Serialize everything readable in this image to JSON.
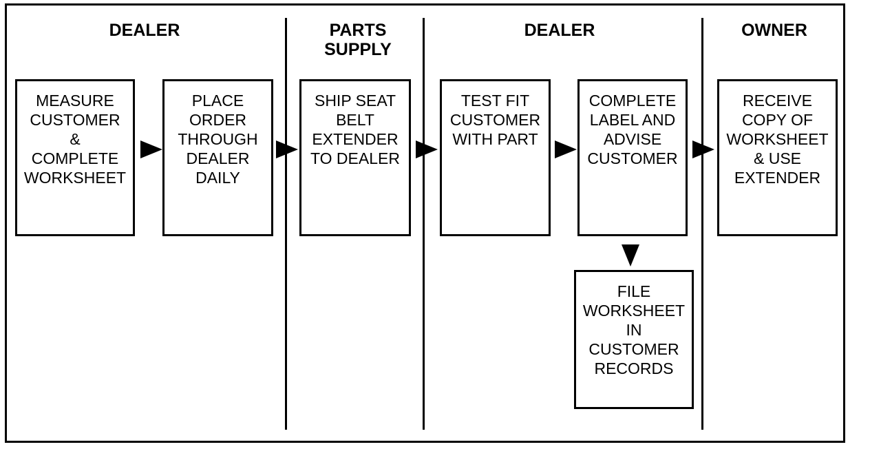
{
  "lanes": {
    "dealer_1": "DEALER",
    "parts_supply": "PARTS\nSUPPLY",
    "dealer_2": "DEALER",
    "owner": "OWNER"
  },
  "steps": {
    "measure": "MEASURE\nCUSTOMER\n&\nCOMPLETE\nWORKSHEET",
    "place_order": "PLACE\nORDER\nTHROUGH\nDEALER\nDAILY",
    "ship": "SHIP SEAT\nBELT\nEXTENDER\nTO DEALER",
    "test_fit": "TEST FIT\nCUSTOMER\nWITH PART",
    "complete_label": "COMPLETE\nLABEL AND\nADVISE\nCUSTOMER",
    "receive_copy": "RECEIVE\nCOPY OF\nWORKSHEET\n& USE\nEXTENDER",
    "file_worksheet": "FILE\nWORKSHEET\nIN\nCUSTOMER\nRECORDS"
  }
}
